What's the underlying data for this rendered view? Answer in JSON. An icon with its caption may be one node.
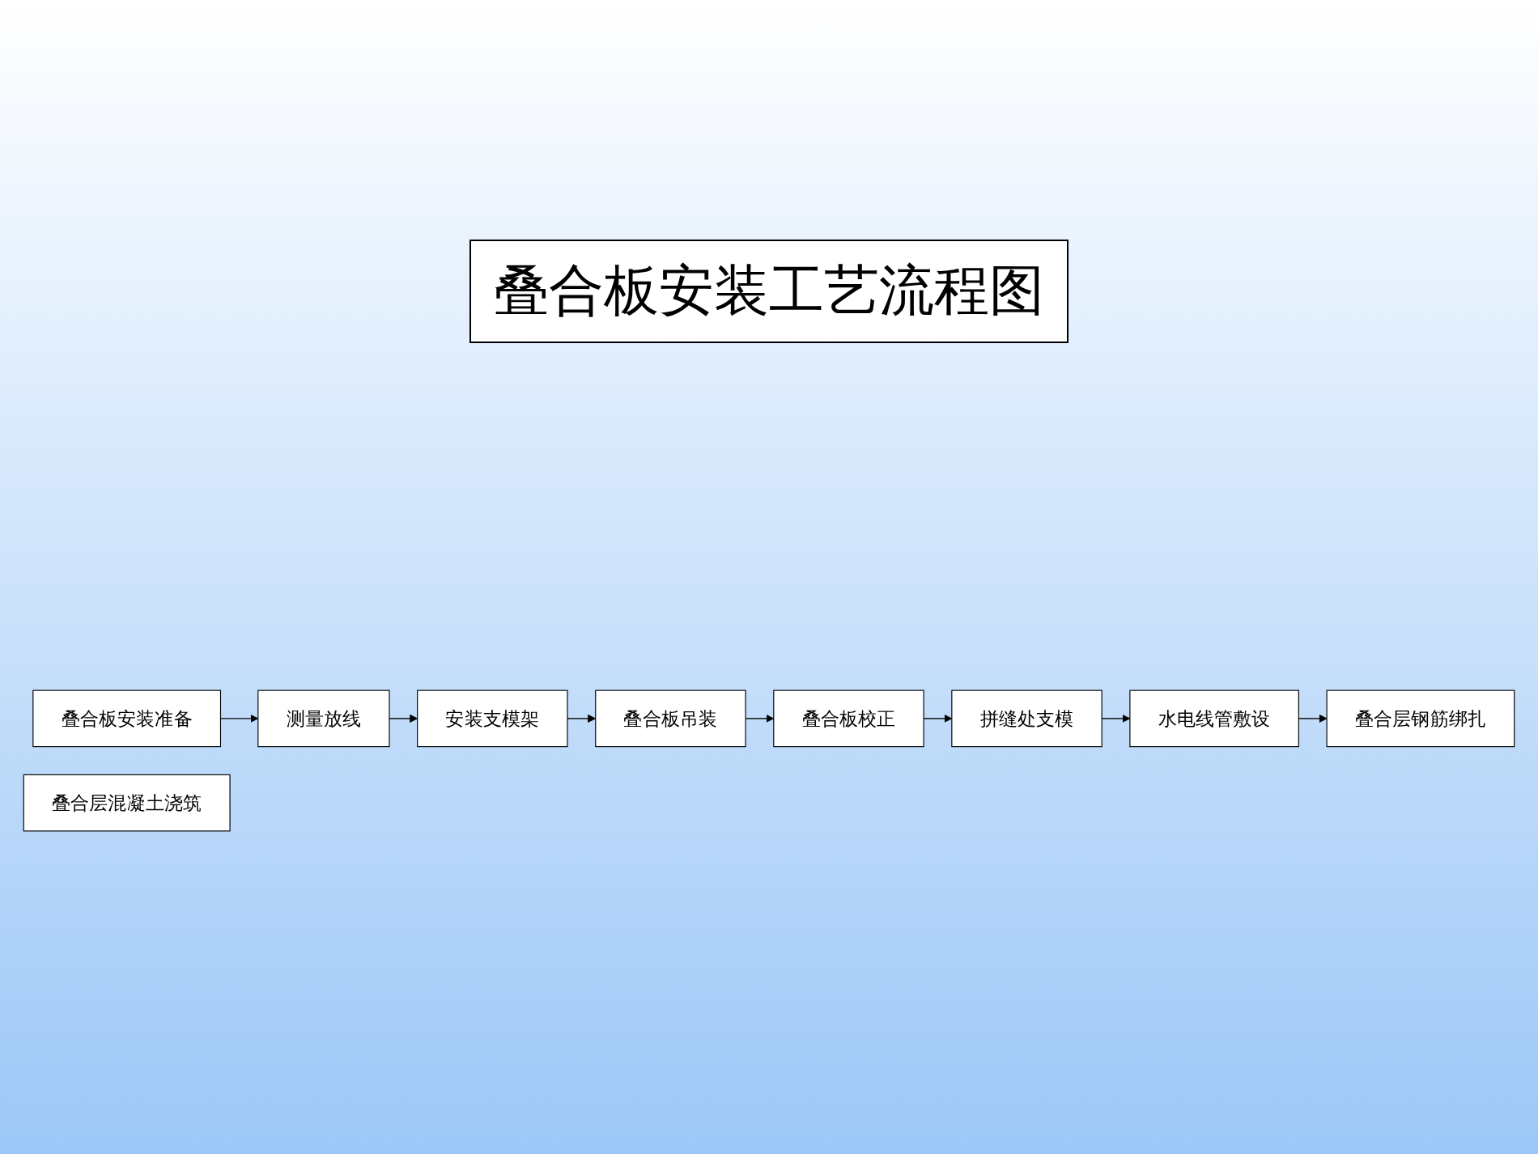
{
  "diagram": {
    "title": "叠合板安装工艺流程图",
    "nodes": [
      {
        "text": [
          "叠合板安装准备"
        ]
      },
      {
        "text": [
          "测量放线"
        ]
      },
      {
        "text": [
          "安装支模架"
        ]
      },
      {
        "text": [
          "叠合板吊装"
        ]
      },
      {
        "text": [
          "叠合层钢筋绑扎"
        ]
      },
      {
        "text": [
          "水电线管敷设"
        ]
      },
      {
        "text": [
          "拼缝处支模"
        ]
      },
      {
        "text": [
          "叠合板校正"
        ]
      },
      {
        "text": [
          "叠合层混凝土浇筑"
        ]
      }
    ],
    "edges": [
      {
        "from": 0,
        "to": 1,
        "arrow": "to"
      },
      {
        "from": 1,
        "to": 2,
        "arrow": "to"
      },
      {
        "from": 2,
        "to": 3,
        "arrow": "to"
      },
      {
        "from": 3,
        "to": 7,
        "arrow": "to"
      },
      {
        "from": 7,
        "to": 6,
        "arrow": "to"
      },
      {
        "from": 6,
        "to": 5,
        "arrow": "to"
      },
      {
        "from": 5,
        "to": 4,
        "arrow": "to"
      }
    ]
  }
}
